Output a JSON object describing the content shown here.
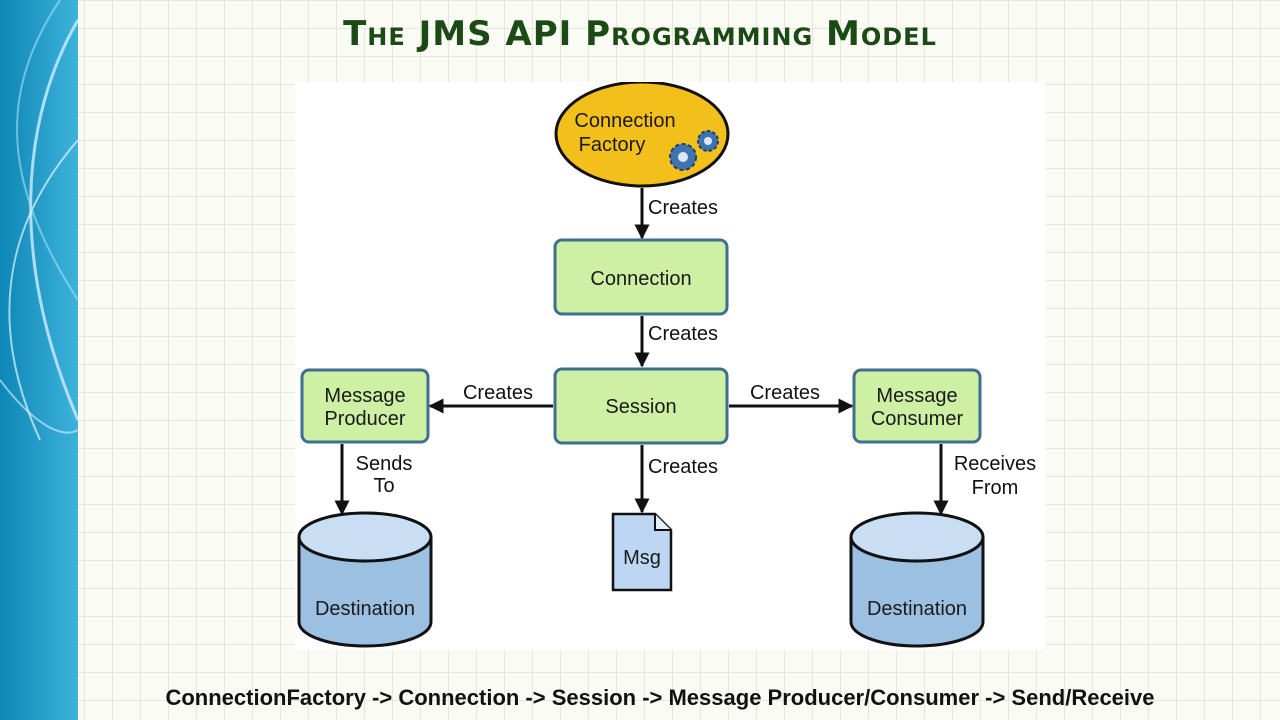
{
  "title": "The JMS API Programming Model",
  "nodes": {
    "connection_factory": [
      "Connection",
      "Factory"
    ],
    "connection": "Connection",
    "session": "Session",
    "message_producer": [
      "Message",
      "Producer"
    ],
    "message_consumer": [
      "Message",
      "Consumer"
    ],
    "msg": "Msg",
    "destination_left": "Destination",
    "destination_right": "Destination"
  },
  "edges": {
    "factory_to_connection": "Creates",
    "connection_to_session": "Creates",
    "session_to_producer": "Creates",
    "session_to_consumer": "Creates",
    "session_to_msg": "Creates",
    "producer_to_destination": [
      "Sends",
      "To"
    ],
    "consumer_from_destination": [
      "Receives",
      "From"
    ]
  },
  "caption": "ConnectionFactory -> Connection -> Session -> Message Producer/Consumer -> Send/Receive",
  "colors": {
    "title": "#1b4a15",
    "factory_fill": "#f3bf1a",
    "box_fill": "#cdf0a4",
    "box_border": "#3f6e90",
    "cylinder_fill": "#9cc0e2",
    "cylinder_top": "#c9def3",
    "msg_fill": "#bcd6f4"
  },
  "icons": [
    "gear-icon",
    "document-icon",
    "database-icon"
  ]
}
